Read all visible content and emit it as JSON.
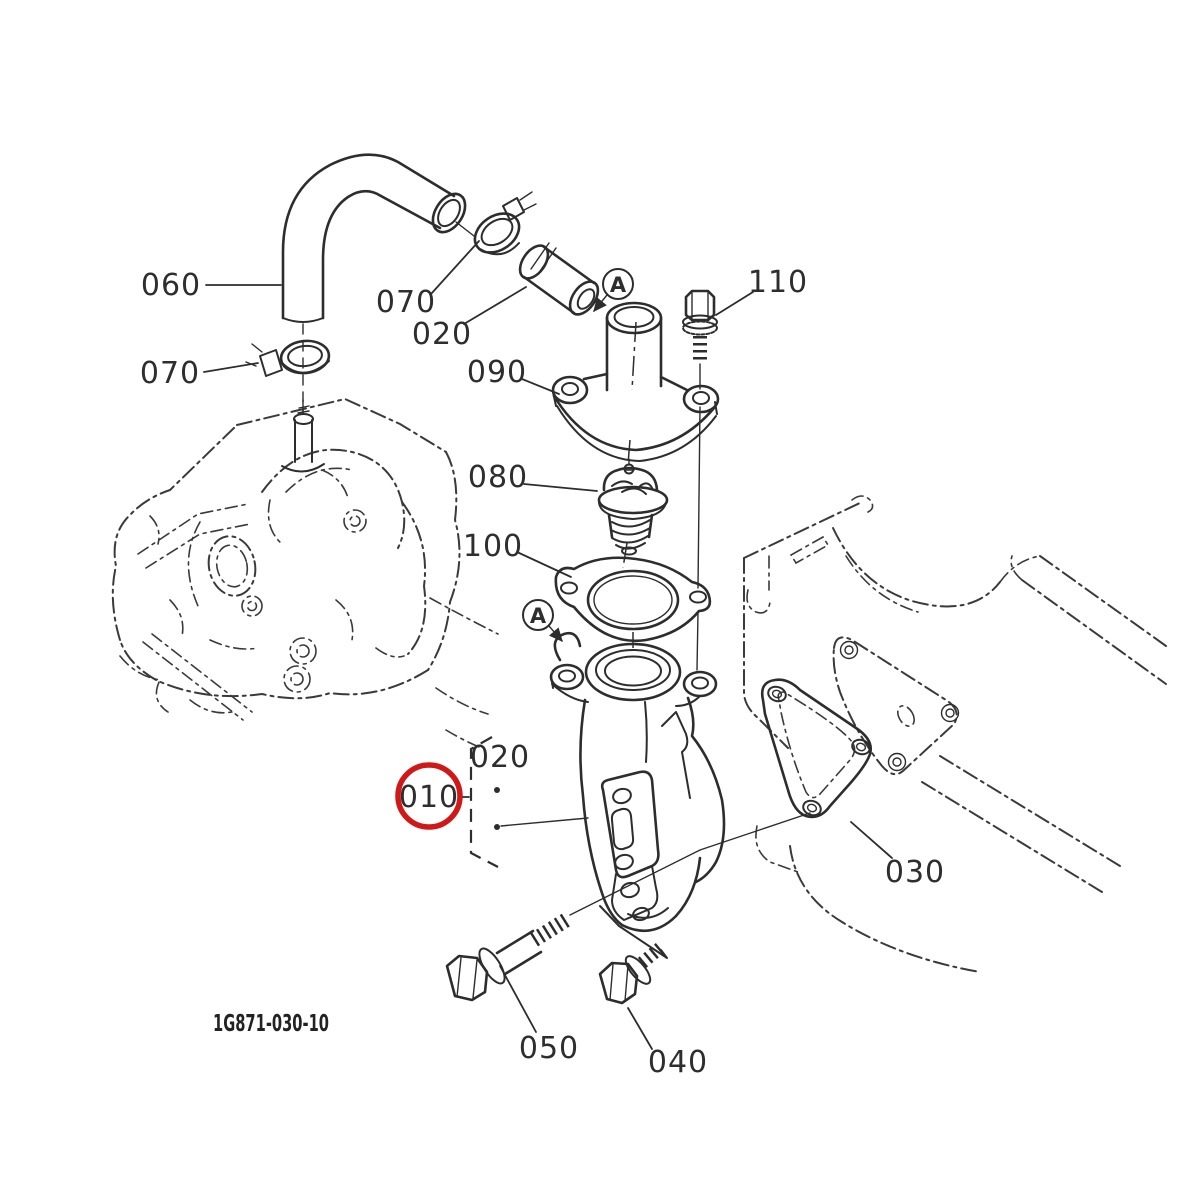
{
  "page": {
    "background": "#ffffff"
  },
  "diagram": {
    "type": "exploded-parts-diagram",
    "drawing_number": "1G871-030-10",
    "detail_marker": "A",
    "highlight_color": "#d01818",
    "line_color": "#2d2d2d",
    "callouts": {
      "hose": "060",
      "clamp_lower": "070",
      "clamp_upper": "070",
      "joint_pipe": "020",
      "bolt_cover": "110",
      "thermostat_cover": "090",
      "thermostat": "080",
      "cover_gasket": "100",
      "flange_assembly": "010",
      "flange_plug": "020",
      "flange_gasket": "030",
      "bolt_long": "050",
      "bolt_short": "040"
    }
  }
}
